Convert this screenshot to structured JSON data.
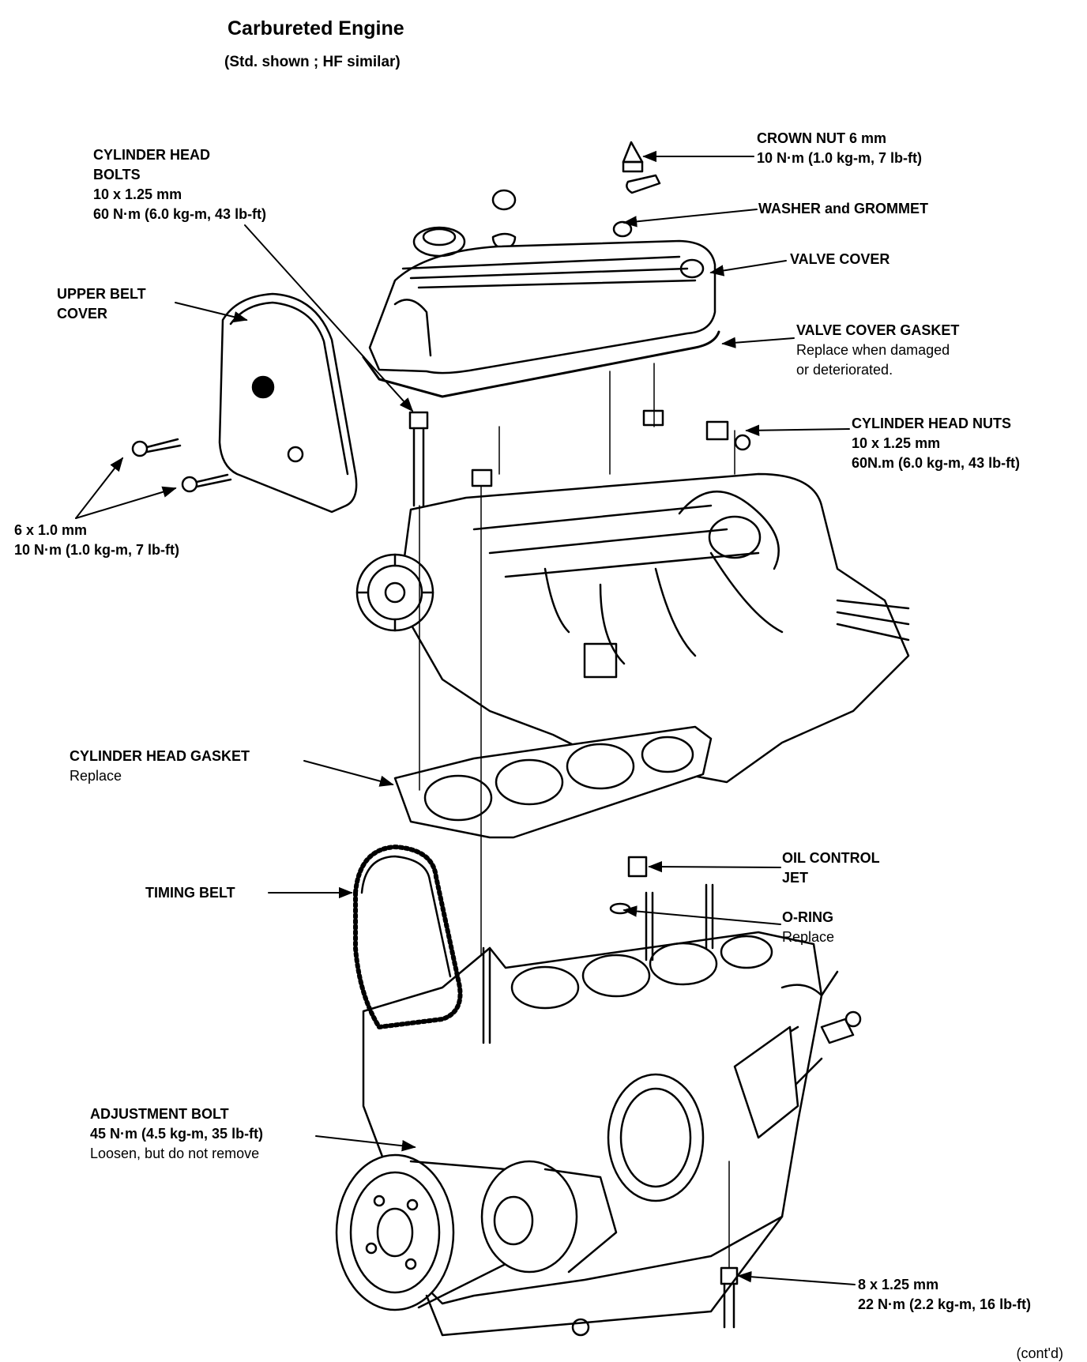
{
  "header": {
    "title": "Carbureted Engine",
    "subtitle": "(Std. shown ; HF similar)"
  },
  "labels": {
    "cylinder_head_bolts": {
      "name": [
        "CYLINDER HEAD",
        "BOLTS"
      ],
      "spec": [
        "10 x 1.25 mm",
        "60 N·m (6.0 kg-m, 43 lb-ft)"
      ]
    },
    "crown_nut": {
      "name": [
        "CROWN NUT 6 mm"
      ],
      "spec": [
        "10 N·m (1.0 kg-m, 7 lb-ft)"
      ]
    },
    "washer_grommet": {
      "name": [
        "WASHER and GROMMET"
      ]
    },
    "valve_cover": {
      "name": [
        "VALVE COVER"
      ]
    },
    "valve_cover_gasket": {
      "name": [
        "VALVE COVER GASKET"
      ],
      "note": [
        "Replace when damaged",
        "or deteriorated."
      ]
    },
    "upper_belt_cover": {
      "name": [
        "UPPER BELT",
        "COVER"
      ]
    },
    "cylinder_head_nuts": {
      "name": [
        "CYLINDER HEAD NUTS"
      ],
      "spec": [
        "10 x 1.25 mm",
        "60N.m (6.0 kg-m, 43 lb-ft)"
      ]
    },
    "belt_cover_bolts": {
      "spec": [
        "6 x 1.0 mm",
        "10 N·m (1.0 kg-m, 7 lb-ft)"
      ]
    },
    "cylinder_head_gasket": {
      "name": [
        "CYLINDER HEAD GASKET"
      ],
      "note": [
        "Replace"
      ]
    },
    "timing_belt": {
      "name": [
        "TIMING BELT"
      ]
    },
    "oil_control_jet": {
      "name": [
        "OIL CONTROL",
        "JET"
      ]
    },
    "o_ring": {
      "name": [
        "O-RING"
      ],
      "note": [
        "Replace"
      ]
    },
    "adjustment_bolt": {
      "name": [
        "ADJUSTMENT BOLT"
      ],
      "spec": [
        "45 N·m (4.5 kg-m, 35 lb-ft)"
      ],
      "note": [
        "Loosen, but do not remove"
      ]
    },
    "mount_bolt": {
      "spec": [
        "8 x 1.25 mm",
        "22 N·m (2.2 kg-m, 16 lb-ft)"
      ]
    }
  },
  "footer": {
    "contd": "(cont'd)"
  }
}
